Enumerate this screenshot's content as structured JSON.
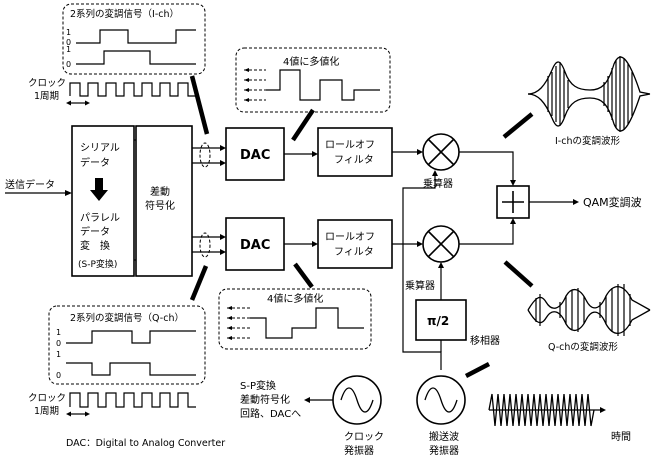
{
  "labels": {
    "transmit_data": "送信データ",
    "serial_l1": "シリアル",
    "serial_l2": "データ",
    "parallel_l1": "パラレル",
    "parallel_l2": "データ",
    "parallel_l3": "変　換",
    "sp_conv": "(S-P変換)",
    "diff_l1": "差動",
    "diff_l2": "符号化",
    "dac_i": "DAC",
    "dac_q": "DAC",
    "rolloff_i_l1": "ロールオフ",
    "rolloff_i_l2": "フィルタ",
    "rolloff_q_l1": "ロールオフ",
    "rolloff_q_l2": "フィルタ",
    "multiplier_i": "乗算器",
    "multiplier_q": "乗算器",
    "phase_box": "π/2",
    "phase_shifter": "移相器",
    "qam_wave": "QAM変調波",
    "ich_wave": "I-chの変調波形",
    "qch_wave": "Q-chの変調波形",
    "ich_signal_title": "2系列の変調信号（I-ch）",
    "qch_signal_title": "2系列の変調信号（Q-ch）",
    "four_level_i": "4値に多値化",
    "four_level_q": "4値に多値化",
    "clock_label_top_l1": "クロック",
    "clock_label_top_l2": "1周期",
    "clock_label_bot_l1": "クロック",
    "clock_label_bot_l2": "1周期",
    "level_top_1": "1",
    "level_top_0": "0",
    "level_top_1b": "1",
    "level_top_0b": "0",
    "level_bot_1": "1",
    "level_bot_0": "0",
    "level_bot_1b": "1",
    "level_bot_0b": "0",
    "osc_note_l1": "S-P変換",
    "osc_note_l2": "差動符号化",
    "osc_note_l3": "回路、DACへ",
    "clock_osc_l1": "クロック",
    "clock_osc_l2": "発振器",
    "carrier_osc_l1": "搬送波",
    "carrier_osc_l2": "発振器",
    "time_axis": "時間",
    "dac_footnote": "DAC：Digital to Analog Converter"
  }
}
